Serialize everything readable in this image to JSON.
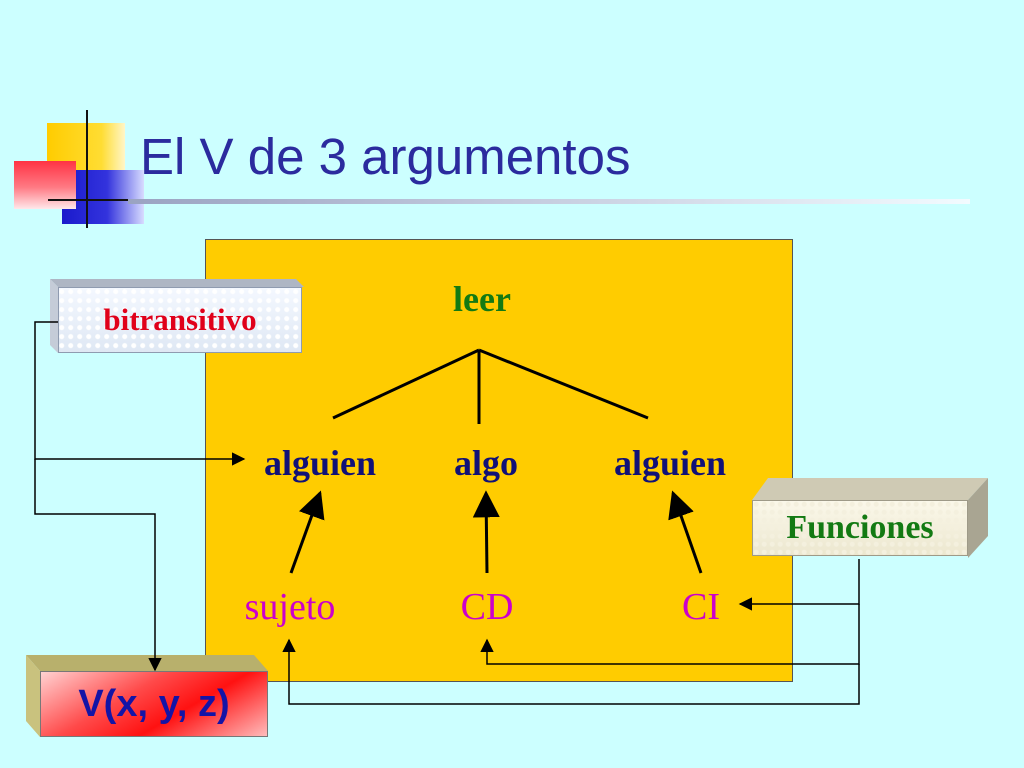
{
  "slide": {
    "title": "El V de 3 argumentos"
  },
  "diagram": {
    "root": "leer",
    "arguments": [
      "alguien",
      "algo",
      "alguien"
    ],
    "functions": [
      "sujeto",
      "CD",
      "CI"
    ]
  },
  "boxes": {
    "bitransitivo": "bitransitivo",
    "funciones": "Funciones",
    "formula": "V(x, y, z)"
  },
  "colors": {
    "background": "#ccffff",
    "panel": "#ffcc00",
    "title": "#2b2b9e",
    "root_label": "#137a13",
    "argument_labels": "#111177",
    "function_labels": "#cc00cc",
    "bitransitivo_text": "#e0001a",
    "formula_text": "#1414a6"
  }
}
